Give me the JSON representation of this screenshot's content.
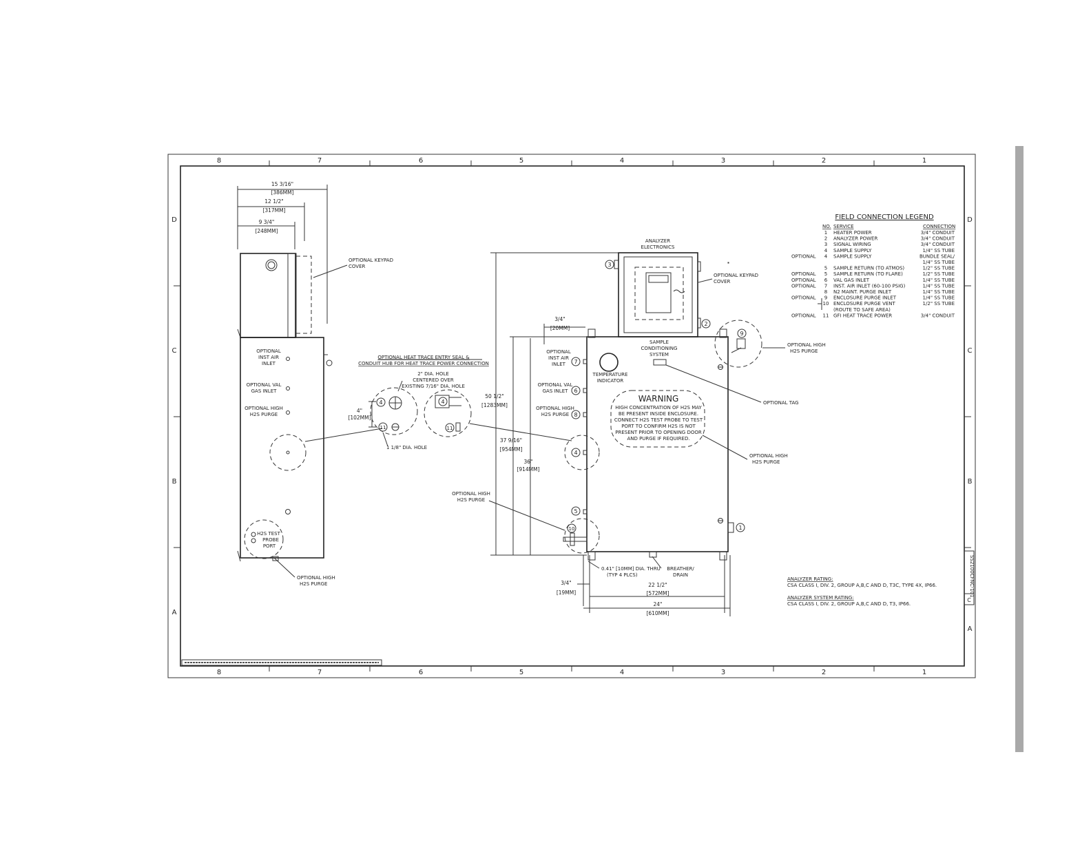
{
  "border": {
    "columns": [
      "8",
      "7",
      "6",
      "5",
      "4",
      "3",
      "2",
      "1"
    ],
    "rows": [
      "D",
      "C",
      "B",
      "A"
    ]
  },
  "legend": {
    "title": "FIELD CONNECTION LEGEND",
    "headers": {
      "no": "NO.",
      "service": "SERVICE",
      "connection": "CONNECTION"
    },
    "rows": [
      {
        "opt": "",
        "no": "1",
        "service": "HEATER POWER",
        "conn": "3/4\" CONDUIT"
      },
      {
        "opt": "",
        "no": "2",
        "service": "ANALYZER POWER",
        "conn": "3/4\" CONDUIT"
      },
      {
        "opt": "",
        "no": "3",
        "service": "SIGNAL WIRING",
        "conn": "3/4\" CONDUIT"
      },
      {
        "opt": "",
        "no": "4",
        "service": "SAMPLE SUPPLY",
        "conn": "1/4\" SS TUBE"
      },
      {
        "opt": "OPTIONAL",
        "no": "4",
        "service": "SAMPLE SUPPLY",
        "conn": "BUNDLE SEAL/"
      },
      {
        "opt": "",
        "no": "",
        "service": "",
        "conn": "1/4\" SS TUBE"
      },
      {
        "opt": "",
        "no": "5",
        "service": "SAMPLE RETURN (TO ATMOS)",
        "conn": "1/2\" SS TUBE"
      },
      {
        "opt": "OPTIONAL",
        "no": "5",
        "service": "SAMPLE RETURN (TO FLARE)",
        "conn": "1/2\" SS TUBE"
      },
      {
        "opt": "OPTIONAL",
        "no": "6",
        "service": "VAL GAS INLET",
        "conn": "1/4\" SS TUBE"
      },
      {
        "opt": "OPTIONAL",
        "no": "7",
        "service": "INST. AIR INLET (60-100 PSIG)",
        "conn": "1/4\" SS TUBE"
      },
      {
        "opt": "",
        "no": "8",
        "service": "N2 MAINT. PURGE INLET",
        "conn": "1/4\" SS TUBE"
      },
      {
        "opt": "OPTIONAL",
        "no": "9",
        "service": "ENCLOSURE PURGE INLET",
        "conn": "1/4\" SS TUBE"
      },
      {
        "opt": "",
        "no": "10",
        "service": "ENCLOSURE PURGE VENT",
        "conn": "1/2\" SS TUBE"
      },
      {
        "opt": "",
        "no": "",
        "service": "(ROUTE TO SAFE AREA)",
        "conn": ""
      },
      {
        "opt": "OPTIONAL",
        "no": "11",
        "service": "GFI HEAT TRACE POWER",
        "conn": "3/4\" CONDUIT"
      }
    ]
  },
  "ratings": {
    "analyzer_title": "ANALYZER RATING:",
    "analyzer_text": "CSA CLASS I, DIV. 2, GROUP A,B,C AND D, T3C, TYPE 4X, IP66.",
    "system_title": "ANALYZER SYSTEM RATING:",
    "system_text": "CSA CLASS I, DIV. 2, GROUP A,B,C AND D, T3, IP66."
  },
  "warning": {
    "title": "WARNING",
    "lines": [
      "HIGH CONCENTRATION OF H2S MAY",
      "BE PRESENT INSIDE ENCLOSURE.",
      "CONNECT H2S TEST PROBE TO TEST",
      "PORT TO CONFIRM H2S IS NOT",
      "PRESENT PRIOR TO OPENING DOOR",
      "AND PURGE IF REQUIRED."
    ]
  },
  "side_view": {
    "dims": [
      {
        "a": "15 3/16\"",
        "b": "[386MM]"
      },
      {
        "a": "12 1/2\"",
        "b": "[317MM]"
      },
      {
        "a": "9 3/4\"",
        "b": "[248MM]"
      }
    ],
    "keypad_cover": [
      "OPTIONAL KEYPAD",
      "COVER"
    ],
    "inst_air": [
      "OPTIONAL",
      "INST AIR",
      "INLET"
    ],
    "val_gas": [
      "OPTIONAL VAL",
      "GAS INLET"
    ],
    "h2s_purge": [
      "OPTIONAL HIGH",
      "H2S PURGE"
    ],
    "test_port": [
      "H2S TEST",
      "PROBE",
      "PORT"
    ],
    "bottom_purge": [
      "OPTIONAL HIGH",
      "H2S PURGE"
    ]
  },
  "detail": {
    "title1": "OPTIONAL HEAT TRACE ENTRY SEAL &",
    "title2": "CONDUIT HUB FOR HEAT TRACE POWER CONNECTION",
    "hole_note": [
      "2\" DIA. HOLE",
      "CENTERED OVER",
      "EXISTING 7/16\" DIA. HOLE"
    ],
    "dim_a": "4\"",
    "dim_b": "[102MM]",
    "small_hole": "1 1/8\" DIA. HOLE"
  },
  "front_view": {
    "analyzer_electronics": [
      "ANALYZER",
      "ELECTRONICS"
    ],
    "keypad_cover": [
      "OPTIONAL KEYPAD",
      "COVER"
    ],
    "sample_cond": [
      "SAMPLE",
      "CONDITIONING",
      "SYSTEM"
    ],
    "temp_ind": [
      "TEMPERATURE",
      "INDICATOR"
    ],
    "inst_air": [
      "OPTIONAL",
      "INST AIR",
      "INLET"
    ],
    "val_gas": [
      "OPTIONAL VAL",
      "GAS INLET"
    ],
    "h2s_purge_left": [
      "OPTIONAL HIGH",
      "H2S PURGE"
    ],
    "h2s_purge_right_top": [
      "OPTIONAL HIGH",
      "H2S PURGE"
    ],
    "optional_tag": "OPTIONAL TAG",
    "h2s_purge_right": [
      "OPTIONAL HIGH",
      "H2S PURGE"
    ],
    "h2s_purge_low": [
      "OPTIONAL HIGH",
      "H2S PURGE"
    ],
    "dim_top_a": "3/4\"",
    "dim_top_b": "[20MM]",
    "dim_h1_a": "50 1/2\"",
    "dim_h1_b": "[1283MM]",
    "dim_h2_a": "37 9/16\"",
    "dim_h2_b": "[954MM]",
    "dim_h3_a": "36\"",
    "dim_h3_b": "[914MM]",
    "hole_note": [
      "0.41\" [10MM] DIA. THRU",
      "(TYP 4 PLCS)"
    ],
    "breather": [
      "BREATHER/",
      "DRAIN"
    ],
    "dim_bl_a": "3/4\"",
    "dim_bl_b": "[19MM]",
    "dim_w1_a": "22 1/2\"",
    "dim_w1_b": "[572MM]",
    "dim_w2_a": "24\"",
    "dim_w2_b": "[610MM]"
  },
  "callouts": [
    "1",
    "2",
    "3",
    "4",
    "5",
    "6",
    "7",
    "8",
    "9",
    "10",
    "11"
  ],
  "title_block": {
    "dwg_no": "SS2100CFNC-101",
    "rev": "C"
  }
}
